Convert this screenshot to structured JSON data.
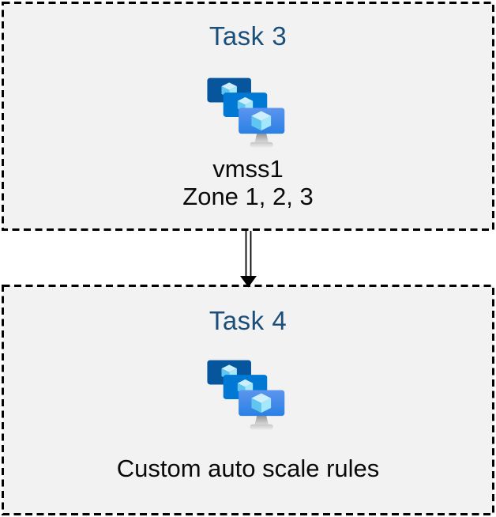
{
  "diagram": {
    "boxes": [
      {
        "title": "Task 3",
        "icon": "vmss-icon",
        "lines": [
          "vmss1",
          "Zone 1, 2, 3"
        ]
      },
      {
        "title": "Task 4",
        "icon": "vmss-icon",
        "lines": [
          "Custom auto scale rules"
        ]
      }
    ],
    "connector": {
      "type": "double-line-arrow",
      "direction": "down",
      "from": "Task 3",
      "to": "Task 4"
    },
    "colors": {
      "box_fill": "#F2F2F2",
      "box_border": "#000000",
      "title_text": "#1B4E79",
      "body_text": "#0A0A0A",
      "arrow_color": "#000000",
      "monitor_back": "#07559C",
      "monitor_middle": "#0078D4",
      "monitor_front_top": "#5C95EE",
      "monitor_front_bottom": "#2A80E4",
      "cube_top": "#CDEFFC",
      "cube_left": "#5FC6F0",
      "cube_right": "#A5E8FB"
    }
  }
}
